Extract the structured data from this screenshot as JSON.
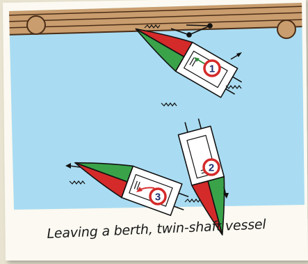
{
  "caption": "Leaving a berth, twin-shaft vessel",
  "steps": [
    {
      "label": "1"
    },
    {
      "label": "2"
    },
    {
      "label": "3"
    }
  ],
  "colors": {
    "water": "#a9dcf2",
    "pier_wood": "#c99d6e",
    "port_side": "#d42a2a",
    "starboard_side": "#3aa34a",
    "hull": "#ffffff",
    "step_ring": "#d42a2a",
    "step_text": "#1f2f6e",
    "photo_frame": "#fbf9f1"
  }
}
